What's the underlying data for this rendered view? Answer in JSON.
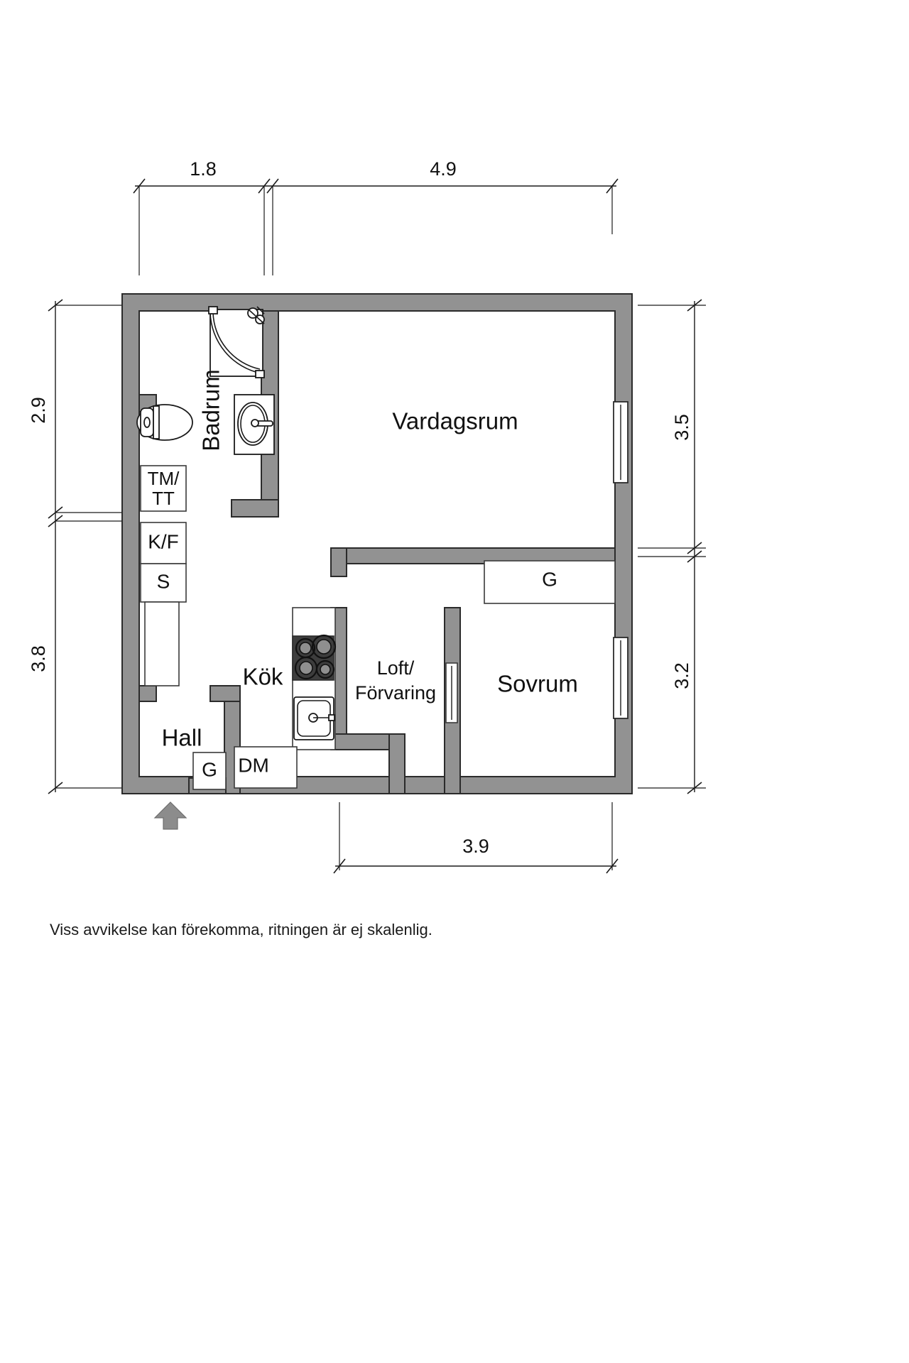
{
  "document": {
    "type": "floor-plan",
    "language": "sv",
    "footer_note": "Viss avvikelse kan förekomma, ritningen är ej skalenlig."
  },
  "rooms": [
    {
      "id": "badrum",
      "label": "Badrum",
      "orientation": "vertical"
    },
    {
      "id": "vardagsrum",
      "label": "Vardagsrum",
      "orientation": "horizontal"
    },
    {
      "id": "kok",
      "label": "Kök",
      "orientation": "horizontal"
    },
    {
      "id": "hall",
      "label": "Hall",
      "orientation": "horizontal"
    },
    {
      "id": "sovrum",
      "label": "Sovrum",
      "orientation": "horizontal"
    },
    {
      "id": "loft",
      "label_line1": "Loft/",
      "label_line2": "Förvaring",
      "orientation": "horizontal"
    }
  ],
  "appliances": [
    {
      "id": "tm-tt",
      "line1": "TM/",
      "line2": "TT"
    },
    {
      "id": "kf",
      "label": "K/F"
    },
    {
      "id": "s",
      "label": "S"
    },
    {
      "id": "dm",
      "label": "DM"
    },
    {
      "id": "g-hall",
      "label": "G"
    },
    {
      "id": "g-bedroom",
      "label": "G"
    }
  ],
  "dimensions": {
    "top": [
      {
        "id": "top-1",
        "value": "1.8"
      },
      {
        "id": "top-2",
        "value": "4.9"
      }
    ],
    "left": [
      {
        "id": "left-1",
        "value": "2.9"
      },
      {
        "id": "left-2",
        "value": "3.8"
      }
    ],
    "right": [
      {
        "id": "right-1",
        "value": "3.5"
      },
      {
        "id": "right-2",
        "value": "3.2"
      }
    ],
    "bottom": [
      {
        "id": "bottom-1",
        "value": "3.9"
      }
    ]
  },
  "colors": {
    "wall_fill": "#929292",
    "wall_stroke": "#2b2b2b",
    "room_fill": "#ffffff",
    "text": "#111111",
    "appliance_dark": "#3d3d3d",
    "entry_arrow": "#8c8c8c",
    "page_background": "#ffffff"
  },
  "icons": {
    "toilet": "toilet-icon",
    "sink_basin": "bathroom-sink-icon",
    "shower": "shower-corner-icon",
    "stove": "stove-icon",
    "kitchen_sink": "kitchen-sink-icon",
    "entry": "entrance-arrow-icon",
    "window": "window-icon"
  }
}
